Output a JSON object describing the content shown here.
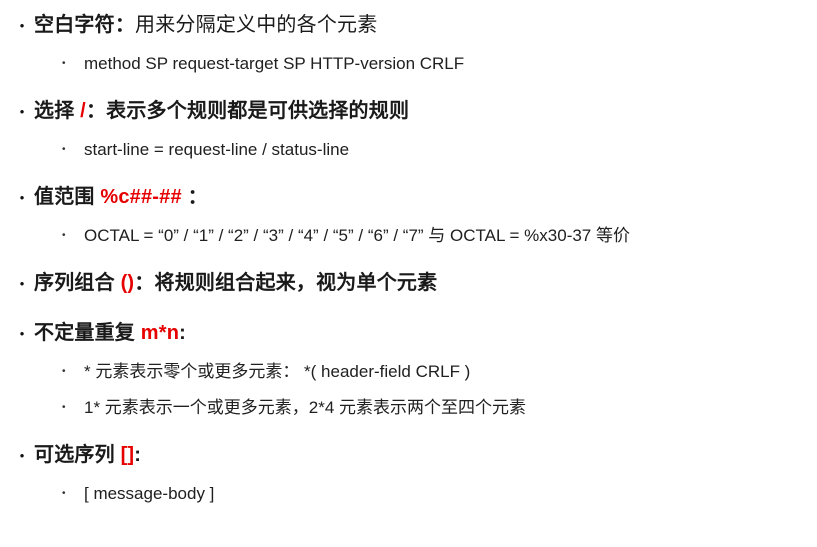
{
  "colors": {
    "accent": "#e60000",
    "text": "#1a1a1a"
  },
  "items": [
    {
      "label": "空白字符",
      "symbol": "",
      "colon": "：",
      "desc": "用来分隔定义中的各个元素",
      "subs": [
        "method SP request-target SP HTTP-version CRLF"
      ]
    },
    {
      "label": "选择 ",
      "symbol": "/",
      "colon": "：",
      "desc": "表示多个规则都是可供选择的规则",
      "subs": [
        "start-line = request-line / status-line"
      ]
    },
    {
      "label": "值范围 ",
      "symbol": "%c##-##",
      "colon": " ：",
      "desc": "",
      "subs": [
        "OCTAL = “0” / “1” / “2” / “3” / “4” / “5” / “6” / “7” 与 OCTAL = %x30-37 等价"
      ]
    },
    {
      "label": "序列组合 ",
      "symbol": "()",
      "colon": "：",
      "desc": "将规则组合起来，视为单个元素",
      "subs": []
    },
    {
      "label": "不定量重复 ",
      "symbol": "m*n",
      "colon": ":",
      "desc": "",
      "subs": [
        "* 元素表示零个或更多元素： *( header-field CRLF )",
        "1* 元素表示一个或更多元素，2*4 元素表示两个至四个元素"
      ]
    },
    {
      "label": "可选序列 ",
      "symbol": "[]",
      "colon": ":",
      "desc": "",
      "subs": [
        "[ message-body ]"
      ]
    }
  ]
}
